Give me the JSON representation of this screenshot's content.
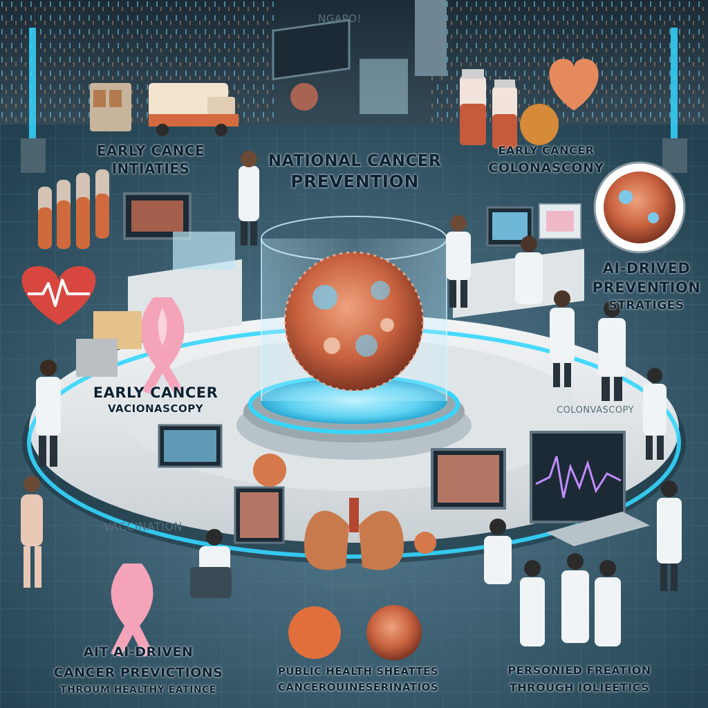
{
  "colors": {
    "background": "#2a4a5c",
    "floor": "#3a5d70",
    "platform": "#e9ecee",
    "neon": "#35d6ff",
    "cell_red": "#d9734f",
    "cell_blue": "#7bc8e8",
    "heart": "#d8473f",
    "ribbon": "#f4a3b8",
    "label_text": "#0c2233"
  },
  "icons": [
    "heart-monitor-icon",
    "pink-ribbon-icon",
    "ambulance-icon",
    "cancer-cell-icon",
    "lungs-icon",
    "test-tube-icon",
    "vial-icon",
    "computer-monitor-icon",
    "doctor-figure-icon"
  ],
  "labels": {
    "top_sign": "NGAPO!",
    "early_initiatives_line1": "EARLY CANCE",
    "early_initiatives_line2": "INTIATIES",
    "national_line1": "NATIONAL CANCER",
    "national_line2": "PREVENTION",
    "colonoscopy_top_line1": "EARLY CANCER",
    "colonoscopy_top_line2": "COLONASCONY",
    "ai_line1": "AI-DRIVED",
    "ai_line2": "PREVENTION",
    "ai_line3": "STRATIGES",
    "early_vacc_line1": "EARLY CANCER",
    "early_vacc_line2": "VACIONASCOPY",
    "colo_sign": "COLONVASCOPY",
    "vaccination": "VACCINATION",
    "lungs_sign": "TOLNNATEOTO",
    "bottom_left_line1": "AIT AI-DRIVEN",
    "bottom_left_line2": "CANCER PREVICTIONS",
    "bottom_left_line3": "THROUM HEALTHY EATINCE",
    "bottom_center_line1": "PUBLIC HEALTH SHEATTES",
    "bottom_center_line2": "CANCEROUINESERINATIOS",
    "bottom_right_line1": "PERSONIED FREATION",
    "bottom_right_line2": "THROUGH IOLIEETICS"
  }
}
